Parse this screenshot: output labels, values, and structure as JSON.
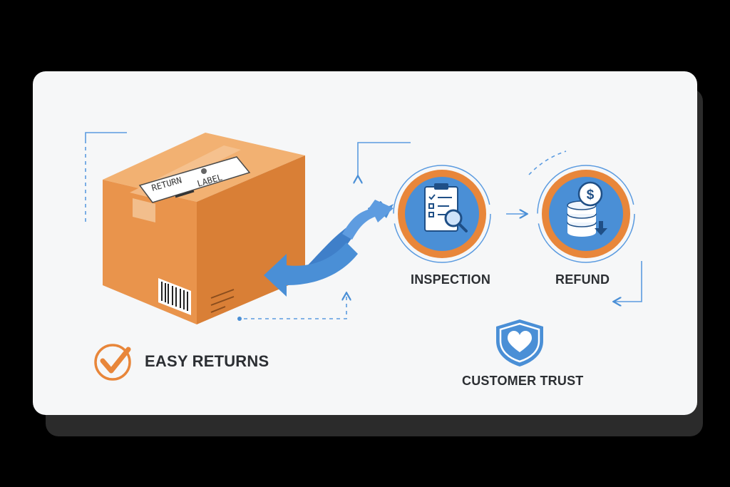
{
  "box": {
    "label_word_1": "RETURN",
    "label_word_2": "LABEL"
  },
  "steps": [
    {
      "label": "INSPECTION",
      "icon": "clipboard-magnifier-icon"
    },
    {
      "label": "REFUND",
      "icon": "coins-dollar-icon"
    }
  ],
  "easy_returns": {
    "label": "EASY RETURNS",
    "icon": "checkmark-circle-icon"
  },
  "customer_trust": {
    "label": "CUSTOMER TRUST",
    "icon": "shield-heart-icon"
  },
  "colors": {
    "orange": "#e8863a",
    "blue": "#4a8fd6",
    "box_top": "#f2b172",
    "box_left": "#e9944c",
    "box_right": "#d97f36",
    "text": "#2c2f33"
  }
}
